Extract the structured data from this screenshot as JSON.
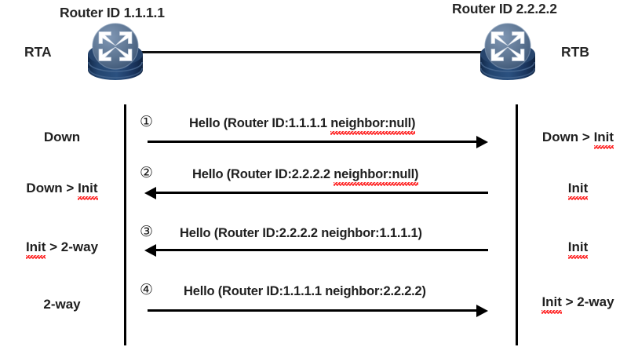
{
  "diagram": {
    "title": "OSPF Hello neighbor state machine",
    "type": "sequence-diagram"
  },
  "routers": {
    "left": {
      "router_id_label": "Router ID 1.1.1.1",
      "name": "RTA",
      "icon": "router-icon"
    },
    "right": {
      "router_id_label": "Router ID 2.2.2.2",
      "name": "RTB",
      "icon": "router-icon"
    }
  },
  "link": {
    "name": "ethernet-link"
  },
  "rows": [
    {
      "number": "①",
      "message": "Hello (Router ID:1.1.1.1 neighbor:null)",
      "message_plain": "Hello (Router ID:1.1.1.1 ",
      "message_flagged": "neighbor:null)",
      "direction": "right",
      "left_state": "Down",
      "left_state_plain": "Down",
      "left_state_flagged": "",
      "right_state": "Down > Init",
      "right_state_plain": "Down > ",
      "right_state_flagged": "Init"
    },
    {
      "number": "②",
      "message": "Hello (Router ID:2.2.2.2 neighbor:null)",
      "message_plain": "Hello (Router ID:2.2.2.2 ",
      "message_flagged": "neighbor:null)",
      "direction": "left",
      "left_state": "Down > Init",
      "left_state_plain": "Down > ",
      "left_state_flagged": "Init",
      "right_state": "Init",
      "right_state_plain": "",
      "right_state_flagged": "Init"
    },
    {
      "number": "③",
      "message": "Hello (Router ID:2.2.2.2 neighbor:1.1.1.1)",
      "message_plain": "Hello (Router ID:2.2.2.2 neighbor:1.1.1.1)",
      "message_flagged": "",
      "direction": "left",
      "left_state": "Init > 2-way",
      "left_state_plain": "",
      "left_state_flagged": "Init",
      "left_state_tail": " > 2-way",
      "right_state": "Init",
      "right_state_plain": "",
      "right_state_flagged": "Init"
    },
    {
      "number": "④",
      "message": "Hello (Router ID:1.1.1.1 neighbor:2.2.2.2)",
      "message_plain": "Hello (Router ID:1.1.1.1 neighbor:2.2.2.2)",
      "message_flagged": "",
      "direction": "right",
      "left_state": "2-way",
      "left_state_plain": "2-way",
      "left_state_flagged": "",
      "right_state": "Init >  2-way",
      "right_state_plain": "",
      "right_state_flagged": "Init",
      "right_state_tail": " >  2-way"
    }
  ],
  "colors": {
    "router_top": "#5f7794",
    "router_body": "#1d3a61",
    "line": "#000000",
    "spellcheck": "#ff2d2d",
    "text": "#1f1f1f",
    "background": "#ffffff"
  }
}
